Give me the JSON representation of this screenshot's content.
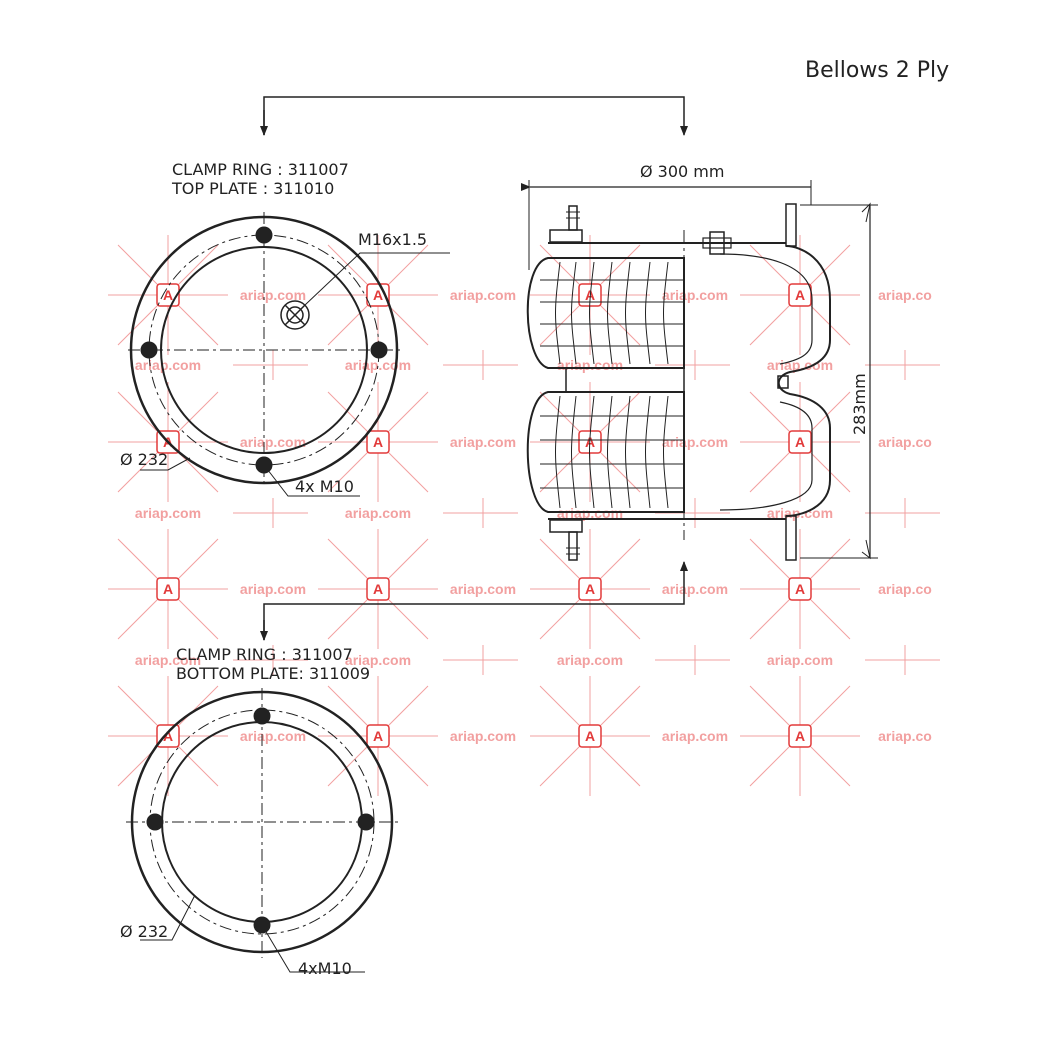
{
  "title": "Bellows 2 Ply",
  "top_view": {
    "clamp_ring": "CLAMP RING : 311007",
    "plate": "TOP PLATE    : 311010",
    "thread_label": "M16x1.5",
    "diameter_label": "Ø 232",
    "bolts_label": "4x M10"
  },
  "bottom_view": {
    "clamp_ring": "CLAMP RING     : 311007",
    "plate": "BOTTOM PLATE: 311009",
    "diameter_label": "Ø 232",
    "bolts_label": "4xM10"
  },
  "side_view": {
    "width_label": "Ø 300 mm",
    "height_label": "283mm"
  },
  "watermark": {
    "text": "ariap.com",
    "text_cut": "ariap.co",
    "logo_letter": "A",
    "color": "#f2a0a0",
    "logo_color": "#e23a3a"
  },
  "colors": {
    "line": "#222222",
    "background": "#ffffff"
  }
}
